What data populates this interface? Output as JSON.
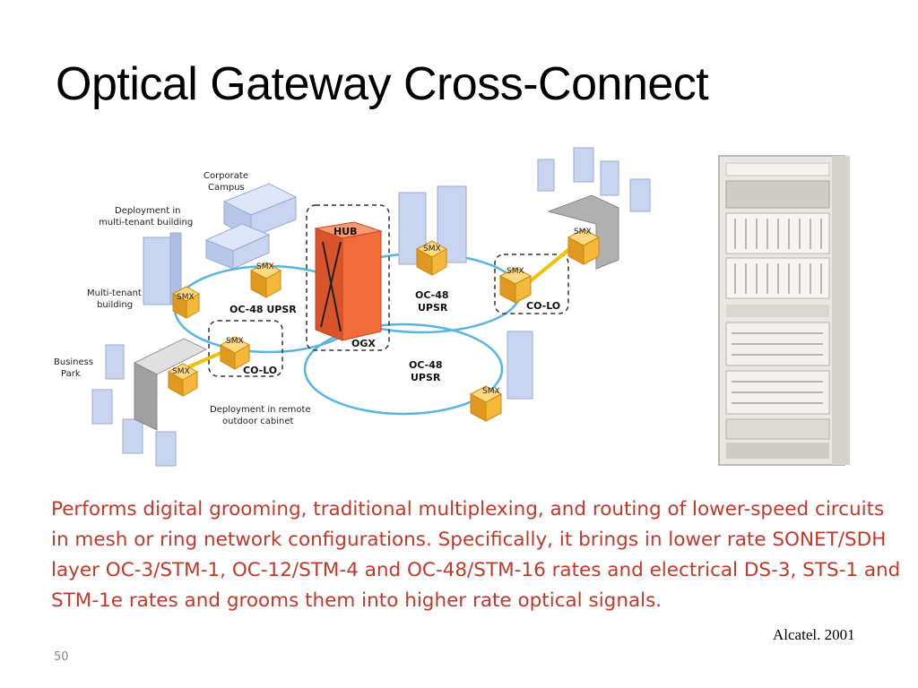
{
  "slide": {
    "title": "Optical Gateway Cross-Connect",
    "body": "Performs digital grooming, traditional multiplexing, and routing of lower-speed circuits in mesh or ring network configurations. Specifically, it brings in lower rate SONET/SDH layer OC-3/STM-1, OC-12/STM-4 and OC-48/STM-16 rates and electrical DS-3, STS-1 and STM-1e rates and grooms them into higher rate optical signals.",
    "source": "Alcatel. 2001",
    "slide_number": "50"
  },
  "diagram": {
    "labels": {
      "corporate_campus_1": "Corporate",
      "corporate_campus_2": "Campus",
      "deploy_mt_1": "Deployment in",
      "deploy_mt_2": "multi-tenant building",
      "mt_building_1": "Multi-tenant",
      "mt_building_2": "building",
      "business_park_1": "Business",
      "business_park_2": "Park",
      "deploy_remote_1": "Deployment in remote",
      "deploy_remote_2": "outdoor cabinet",
      "hub": "HUB",
      "ogx": "OGX",
      "ring_left": "OC-48 UPSR",
      "ring_right_1": "OC-48",
      "ring_right_2": "UPSR",
      "ring_bottom_1": "OC-48",
      "ring_bottom_2": "UPSR",
      "colo_left": "CO-LO",
      "colo_right": "CO-LO",
      "smx": "SMX"
    },
    "colors": {
      "ring": "#5ab4e0",
      "smx_box": "#f5b83a",
      "hub": "#f26b3a",
      "building": "#c8d4f0",
      "link": "#f2c200"
    }
  }
}
